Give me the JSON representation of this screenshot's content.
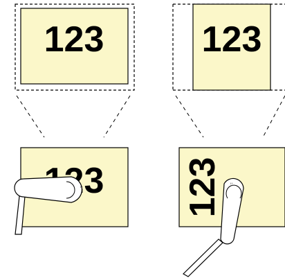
{
  "figure": {
    "number_text": "123",
    "colors": {
      "paper_fill": "#fbf7c9",
      "paper_stroke": "#000000",
      "frame_stroke": "#000000",
      "handle_fill": "#ffffff",
      "background": "#ffffff"
    },
    "panels": [
      {
        "id": "left",
        "top_view": "landscape document inside dashed scan frame",
        "bottom_view": "landscape document under handheld scanner"
      },
      {
        "id": "right",
        "top_view": "portrait document inside dashed scan frame",
        "bottom_view": "document rotated 90 degrees under handheld scanner"
      }
    ],
    "icons": {
      "scanner": "handheld-scanner-icon"
    }
  }
}
